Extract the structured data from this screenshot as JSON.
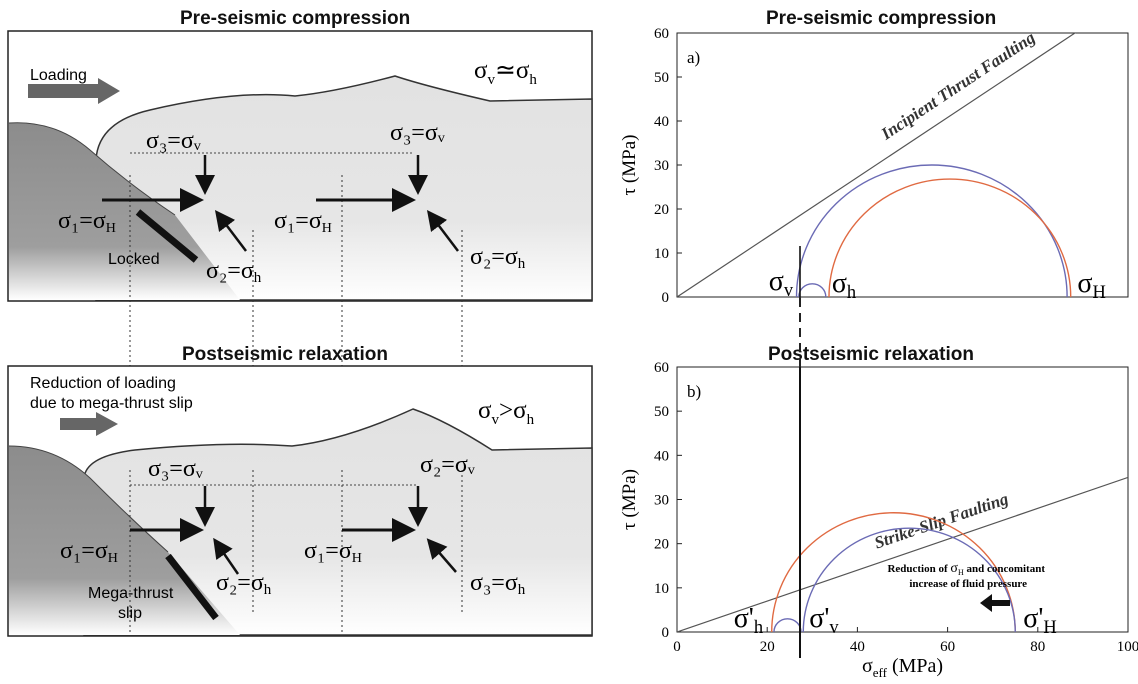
{
  "left": {
    "top_title": "Pre-seismic compression",
    "bottom_title": "Postseismic relaxation",
    "top": {
      "loading": "Loading",
      "relation": "σ",
      "relation_sub1": "v",
      "relation_op": "≃σ",
      "relation_sub2": "h",
      "locked": "Locked",
      "sig3_a": "σ₃=σᵥ",
      "sig1_a": "σ₁=σ",
      "sig1_a_sub": "H",
      "sig2_a": "σ₂=σ",
      "sig2_a_sub": "h",
      "sig3_b": "σ₃=σᵥ",
      "sig1_b": "σ₁=σ",
      "sig1_b_sub": "H",
      "sig2_b": "σ₂=σ",
      "sig2_b_sub": "h"
    },
    "bottom": {
      "loading_line1": "Reduction of loading",
      "loading_line2": "due to mega-thrust slip",
      "relation": "σ",
      "relation_sub1": "v",
      "relation_op": ">σ",
      "relation_sub2": "h",
      "slip_line1": "Mega-thrust",
      "slip_line2": "slip",
      "sig3_a": "σ₃=σᵥ",
      "sig1_a": "σ₁=σ",
      "sig1_a_sub": "H",
      "sig2_a": "σ₂=σ",
      "sig2_a_sub": "h",
      "sig2_b": "σ₂=σᵥ",
      "sig1_b": "σ₁=σ",
      "sig1_b_sub": "H",
      "sig3_b": "σ₃=σ",
      "sig3_b_sub": "h"
    }
  },
  "right": {
    "top_title": "Pre-seismic compression",
    "bottom_title": "Postseismic relaxation",
    "chart_data": [
      {
        "type": "line",
        "panel_label": "a)",
        "ylabel": "τ (MPa)",
        "xlim": [
          0,
          100
        ],
        "ylim": [
          0,
          60
        ],
        "yticks": [
          0,
          10,
          20,
          30,
          40,
          50,
          60
        ],
        "failure_line": {
          "label": "Incipient Thrust Faulting",
          "x": [
            0,
            100
          ],
          "y": [
            0,
            68
          ]
        },
        "circles": [
          {
            "color": "#6b6bb5",
            "center": 56.5,
            "radius": 30
          },
          {
            "color": "#e06a42",
            "center": 60.5,
            "radius": 26.8
          },
          {
            "color": "#6b6bb5",
            "center": 30,
            "radius": 3
          }
        ],
        "stress_labels": [
          {
            "text": "σ",
            "sub": "v",
            "x": 27
          },
          {
            "text": "σ",
            "sub": "h",
            "x": 33
          },
          {
            "text": "σ",
            "sub": "H",
            "x": 87
          }
        ]
      },
      {
        "type": "line",
        "panel_label": "b)",
        "xlabel": "σ",
        "xlabel_sub": "eff",
        "xlabel_unit": " (MPa)",
        "ylabel": "τ (MPa)",
        "xlim": [
          0,
          100
        ],
        "ylim": [
          0,
          60
        ],
        "xticks": [
          0,
          20,
          40,
          60,
          80,
          100
        ],
        "yticks": [
          0,
          10,
          20,
          30,
          40,
          50,
          60
        ],
        "failure_line": {
          "label": "Strike-Slip Faulting",
          "x": [
            0,
            100
          ],
          "y": [
            0,
            35
          ]
        },
        "circles": [
          {
            "color": "#e06a42",
            "center": 48,
            "radius": 27
          },
          {
            "color": "#6b6bb5",
            "center": 51.5,
            "radius": 23.5
          },
          {
            "color": "#6b6bb5",
            "center": 24.5,
            "radius": 3
          }
        ],
        "stress_labels": [
          {
            "text": "σ'",
            "sub": "h",
            "x": 21
          },
          {
            "text": "σ'",
            "sub": "v",
            "x": 28
          },
          {
            "text": "σ'",
            "sub": "H",
            "x": 75
          }
        ],
        "annotation_line1a": "Reduction of ",
        "annotation_sigma": "σ",
        "annotation_sigma_sub": "H",
        "annotation_line1b": " and concomitant",
        "annotation_line2": "increase of fluid pressure"
      }
    ]
  }
}
